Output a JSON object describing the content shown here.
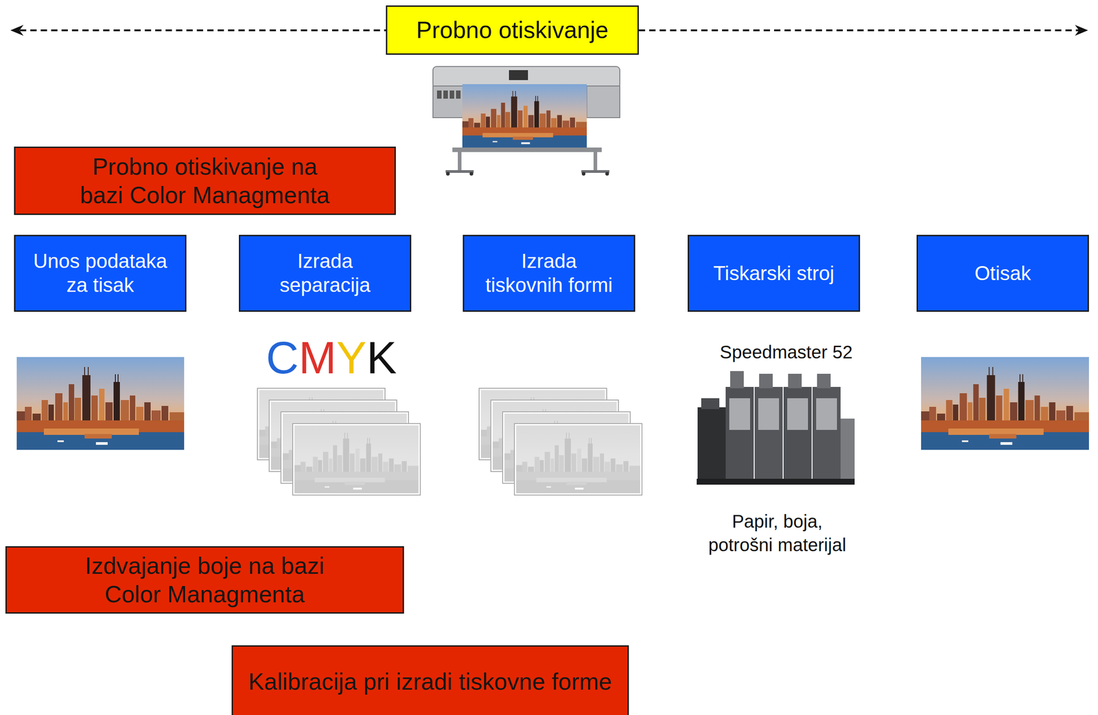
{
  "diagram": {
    "nodes": [
      {
        "text": [
          "Probno otiskivanje"
        ]
      },
      {
        "text": [
          "Probno otiskivanje na bazi Color Managmenta"
        ]
      },
      {
        "text": [
          "Unos podataka za tisak"
        ]
      },
      {
        "text": [
          "Izrada separacija"
        ]
      },
      {
        "text": [
          "Izrada tiskovnih formi"
        ]
      },
      {
        "text": [
          "Tiskarski stroj"
        ]
      },
      {
        "text": [
          "Otisak"
        ]
      },
      {
        "text": [
          "Izdvajanje boje na bazi Color Managmenta"
        ]
      },
      {
        "text": [
          "Kalibracija pri izradi tiskovne forme"
        ]
      }
    ],
    "labels": [
      "CMYK",
      "Speedmaster 52",
      "Papir, boja, potrošni materijal"
    ]
  }
}
